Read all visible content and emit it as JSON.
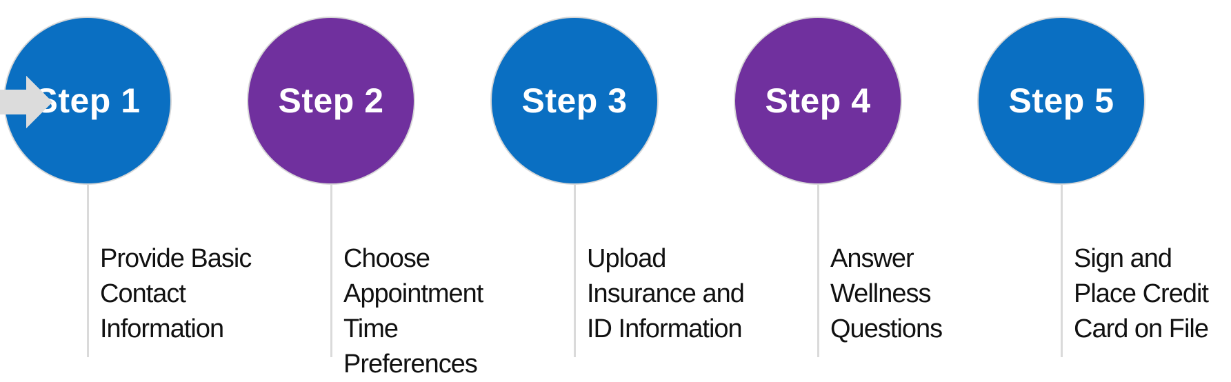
{
  "steps": [
    {
      "label": "Step 1",
      "color": "#0a6fc2",
      "description": "Provide Basic\nContact\nInformation"
    },
    {
      "label": "Step 2",
      "color": "#70309e",
      "description": "Choose\nAppointment\nTime Preferences"
    },
    {
      "label": "Step 3",
      "color": "#0a6fc2",
      "description": "Upload\nInsurance and\nID Information"
    },
    {
      "label": "Step 4",
      "color": "#70309e",
      "description": "Answer\nWellness\nQuestions"
    },
    {
      "label": "Step 5",
      "color": "#0a6fc2",
      "description": "Sign and\nPlace Credit\nCard on File"
    }
  ],
  "colors": {
    "blue": "#0a6fc2",
    "purple": "#70309e",
    "arrow": "#dcdcdc",
    "stem": "#dadada"
  },
  "icons": {
    "connector": "arrow-right-icon"
  }
}
